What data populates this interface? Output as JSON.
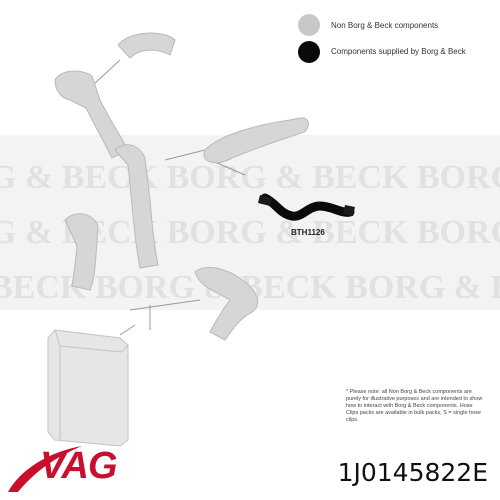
{
  "legend": {
    "non_bb_label": "Non Borg & Beck components",
    "non_bb_color": "#c8c8c8",
    "bb_label": "Components supplied by Borg & Beck",
    "bb_color": "#0a0a0a"
  },
  "part_label": "BTH1126",
  "note_text": "* Please note: all Non Borg & Beck components are purely for illustrative purposes and are intended to show how to interact with Borg & Beck components. Hose Clips packs are available in bulk packs, S = single hose clips.",
  "brand": {
    "name": "VAG",
    "color": "#c8102e"
  },
  "part_number": "1J0145822E",
  "watermark_color": "#e6e6e6",
  "icons": [
    "watermark-band",
    "grey-hose-assembly",
    "intercooler",
    "black-hose",
    "vag-swoosh"
  ]
}
